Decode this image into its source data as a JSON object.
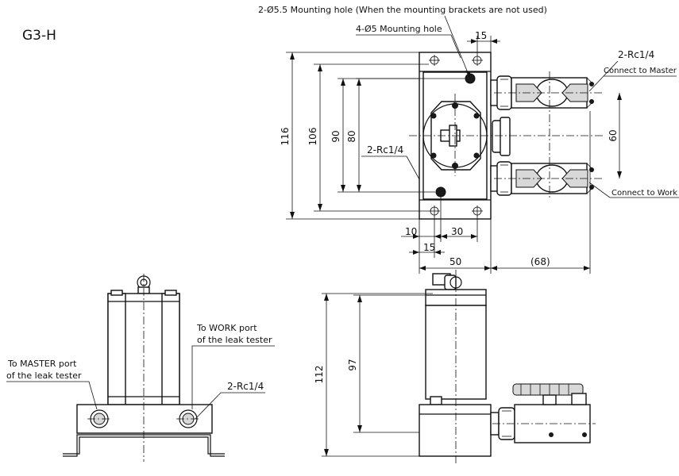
{
  "model_label": "G3-H",
  "top_view": {
    "callout_mounting_hole_2": "2-Ø5.5 Mounting hole (When the mounting brackets are not used)",
    "callout_mounting_hole_4": "4-Ø5 Mounting hole",
    "callout_rc_master": "2-Rc1/4",
    "connect_master": "Connect to Master",
    "connect_work": "Connect to Work",
    "callout_rc_left": "2-Rc1/4",
    "dim_15_top": "15",
    "dim_116": "116",
    "dim_106": "106",
    "dim_90": "90",
    "dim_80": "80",
    "dim_60": "60",
    "dim_10": "10",
    "dim_30": "30",
    "dim_15_bottom": "15",
    "dim_50": "50",
    "dim_68": "(68)"
  },
  "front_view": {
    "to_work_line1": "To WORK port",
    "to_work_line2": "of the leak tester",
    "to_master_line1": "To MASTER port",
    "to_master_line2": "of the leak tester",
    "callout_rc": "2-Rc1/4"
  },
  "side_view": {
    "dim_112": "112",
    "dim_97": "97"
  }
}
